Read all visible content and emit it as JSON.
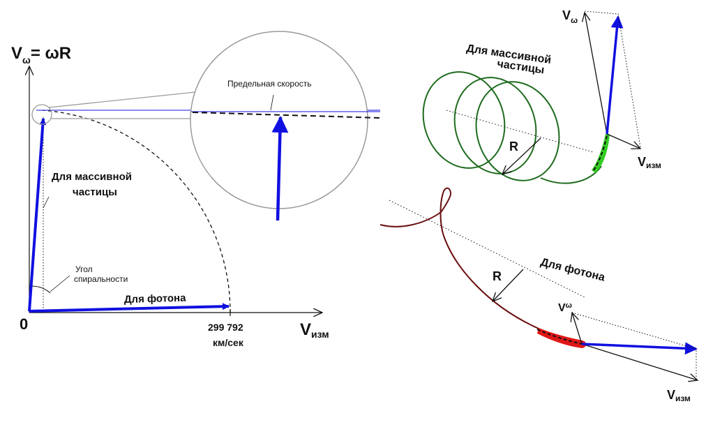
{
  "left_plot": {
    "y_axis_main": "V",
    "y_axis_sub": "ω",
    "y_axis_rest": "= ωR",
    "origin": "0",
    "x_axis_main": "V",
    "x_axis_sub": "изм",
    "x_tick": "299 792",
    "x_tick_unit": "км/сек",
    "massive_label_1": "Для массивной",
    "massive_label_2": "частицы",
    "angle_label_1": "Угол",
    "angle_label_2": "спиральности",
    "photon_label": "Для фотона",
    "zoom_label": "Предельная скорость"
  },
  "right_top": {
    "title_1": "Для массивной",
    "title_2": "частицы",
    "radius_label": "R",
    "v_omega_main": "V",
    "v_omega_sub": "ω",
    "v_izm_main": "V",
    "v_izm_sub": "изм"
  },
  "right_bottom": {
    "title": "Для фотона",
    "radius_label": "R",
    "v_omega_main": "V",
    "v_omega_sub": "ω",
    "v_izm_main": "V",
    "v_izm_sub": "изм"
  },
  "colors": {
    "vector_blue": "#1010e0",
    "helix_green": "#1e6b1e",
    "highlight_green": "#33cc22",
    "photon_path": "#6b0f0f",
    "highlight_red": "#e01818",
    "zoom_circle": "#9a9a9a"
  }
}
